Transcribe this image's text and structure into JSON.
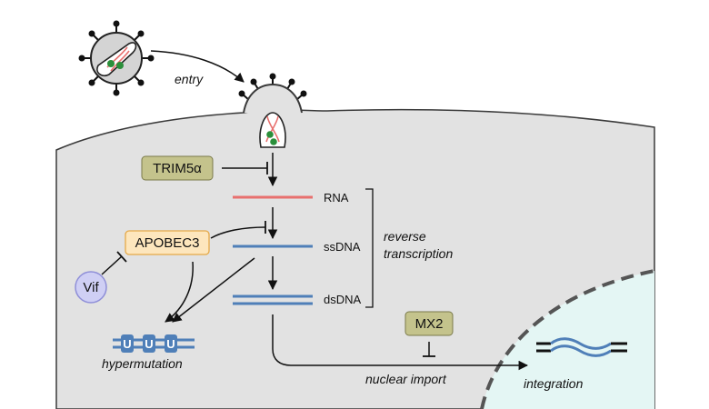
{
  "labels": {
    "entry": "entry",
    "trim5a": "TRIM5α",
    "apobec3": "APOBEC3",
    "vif": "Vif",
    "mx2": "MX2",
    "rna": "RNA",
    "ssdna": "ssDNA",
    "dsdna": "dsDNA",
    "reverse_transcription_line1": "reverse",
    "reverse_transcription_line2": "transcription",
    "hypermutation": "hypermutation",
    "nuclear_import": "nuclear import",
    "integration": "integration"
  },
  "colors": {
    "cell": "#e2e2e2",
    "nucleus": "#e4f6f4",
    "rna": "#e8706e",
    "dna": "#4f7fb8",
    "restriction_box": "#c4c38c",
    "apobec_box": "#fde6bd",
    "apobec_border": "#e6a947",
    "vif": "#cfcff4",
    "vif_border": "#8f8fd8",
    "virion_green": "#2b8f3a"
  }
}
